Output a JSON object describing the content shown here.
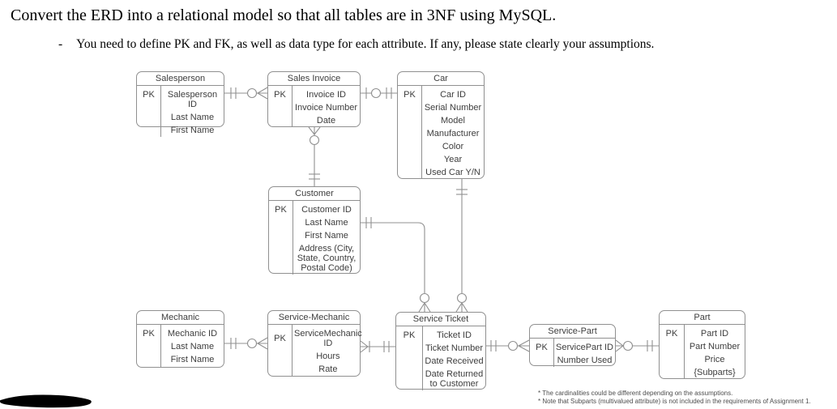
{
  "page": {
    "title": "Convert the ERD into a relational model so that all tables are in 3NF using MySQL.",
    "bullet_dash": "-",
    "bullet_text": "You need to define PK and FK, as well as data type for each attribute. If any, please state clearly your assumptions."
  },
  "colors": {
    "line": "#909090",
    "text": "#3d3d3d",
    "title_text": "#000000",
    "notes_text": "#4d4d4d",
    "redaction": "#000000"
  },
  "entities": {
    "salesperson": {
      "name": "Salesperson",
      "pk_label": "PK",
      "attributes": [
        "Salesperson ID",
        "Last Name",
        "First Name"
      ]
    },
    "sales_invoice": {
      "name": "Sales Invoice",
      "pk_label": "PK",
      "attributes": [
        "Invoice ID",
        "Invoice Number",
        "Date"
      ]
    },
    "car": {
      "name": "Car",
      "pk_label": "PK",
      "attributes": [
        "Car ID",
        "Serial Number",
        "Model",
        "Manufacturer",
        "Color",
        "Year",
        "Used Car Y/N"
      ]
    },
    "customer": {
      "name": "Customer",
      "pk_label": "PK",
      "attributes": [
        "Customer ID",
        "Last Name",
        "First Name",
        "Address (City, State, Country, Postal Code)"
      ]
    },
    "mechanic": {
      "name": "Mechanic",
      "pk_label": "PK",
      "attributes": [
        "Mechanic ID",
        "Last Name",
        "First Name"
      ]
    },
    "service_mechanic": {
      "name": "Service-Mechanic",
      "pk_label": "PK",
      "attributes": [
        "ServiceMechanic ID",
        "Hours",
        "Rate"
      ]
    },
    "service_ticket": {
      "name": "Service Ticket",
      "pk_label": "PK",
      "attributes": [
        "Ticket ID",
        "Ticket Number",
        "Date Received",
        "Date Returned to Customer"
      ]
    },
    "service_part": {
      "name": "Service-Part",
      "pk_label": "PK",
      "attributes": [
        "ServicePart ID",
        "Number Used"
      ]
    },
    "part": {
      "name": "Part",
      "pk_label": "PK",
      "attributes": [
        "Part ID",
        "Part Number",
        "Price",
        "{Subparts}"
      ]
    }
  },
  "relationships": [
    {
      "from": "Salesperson",
      "to": "Sales Invoice",
      "from_cardinality": "one and only one",
      "to_cardinality": "zero or many"
    },
    {
      "from": "Sales Invoice",
      "to": "Car",
      "from_cardinality": "zero or one",
      "to_cardinality": "one and only one"
    },
    {
      "from": "Sales Invoice",
      "to": "Customer",
      "from_cardinality": "zero or many",
      "to_cardinality": "one and only one"
    },
    {
      "from": "Customer",
      "to": "Service Ticket",
      "from_cardinality": "one and only one",
      "to_cardinality": "zero or many"
    },
    {
      "from": "Car",
      "to": "Service Ticket",
      "from_cardinality": "one and only one",
      "to_cardinality": "zero or many"
    },
    {
      "from": "Mechanic",
      "to": "Service-Mechanic",
      "from_cardinality": "one and only one",
      "to_cardinality": "zero or many"
    },
    {
      "from": "Service-Mechanic",
      "to": "Service Ticket",
      "from_cardinality": "one or many",
      "to_cardinality": "one and only one"
    },
    {
      "from": "Service Ticket",
      "to": "Service-Part",
      "from_cardinality": "one and only one",
      "to_cardinality": "zero or many"
    },
    {
      "from": "Service-Part",
      "to": "Part",
      "from_cardinality": "zero or many",
      "to_cardinality": "one and only one"
    }
  ],
  "notes": {
    "line1": "* The cardinalities could be different depending on the assumptions.",
    "line2": "* Note that Subparts (multivalued attribute) is not included in the requirements of Assignment 1."
  }
}
